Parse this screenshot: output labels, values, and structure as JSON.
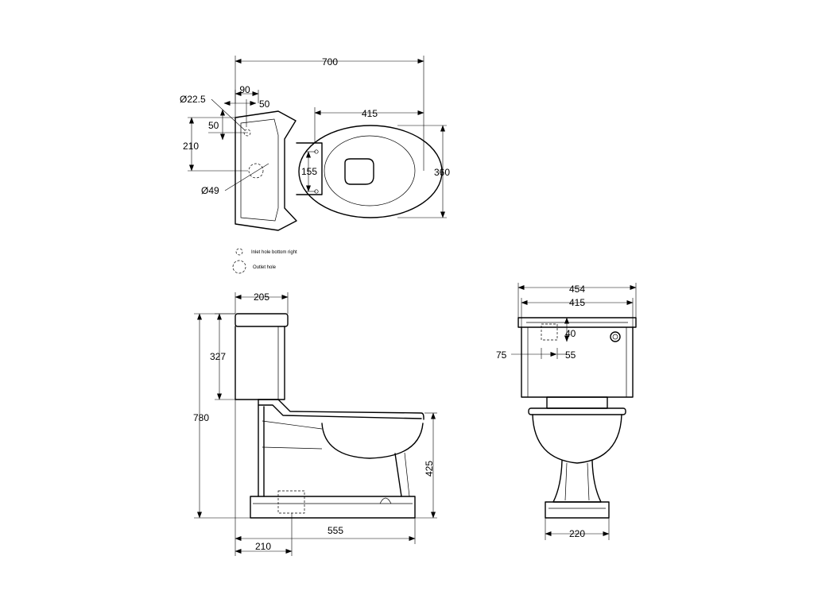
{
  "plan_view": {
    "overall_width": "700",
    "inlet_offset_x": "90",
    "inlet_to_outlet_x": "50",
    "inlet_diameter": "Ø22.5",
    "inlet_offset_y": "50",
    "outlet_offset_y": "210",
    "outlet_diameter": "Ø49",
    "tank_to_bowl_end": "415",
    "fixing_holes_spacing": "155",
    "overall_depth": "360"
  },
  "legend": {
    "inlet": "Inlet hole bottom right",
    "outlet": "Outlet hole"
  },
  "side_view": {
    "cistern_depth": "205",
    "cistern_height": "327",
    "overall_height": "780",
    "seat_height": "425",
    "base_length": "555",
    "wall_to_outlet": "210"
  },
  "front_view": {
    "cistern_width": "454",
    "cistern_body_width": "415",
    "button_offset_x": "75",
    "button_offset_y": "40",
    "button_size": "55",
    "pedestal_width": "220"
  }
}
